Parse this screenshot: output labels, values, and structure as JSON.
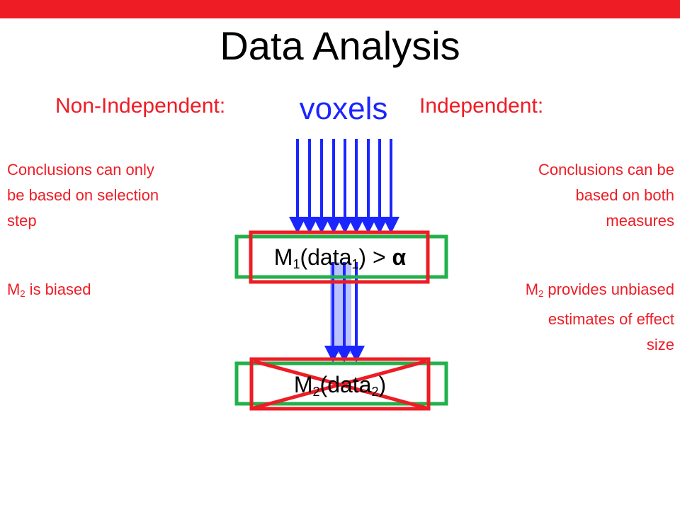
{
  "title": "Data Analysis",
  "left_heading": "Non-Independent:",
  "right_heading": "Independent:",
  "voxels_label": "voxels",
  "left_notes": {
    "conclusions_line1": "Conclusions can only",
    "conclusions_line2": "be based on selection",
    "conclusions_line3": "step",
    "m": "M",
    "sub": "2",
    "biased": " is biased"
  },
  "right_notes": {
    "conclusions_line1": "Conclusions can be",
    "conclusions_line2": "based on both",
    "conclusions_line3": "measures",
    "m": "M",
    "sub": "2",
    "unbiased_line1": " provides unbiased",
    "unbiased_line2": "estimates of effect",
    "unbiased_line3": "size"
  },
  "box1": {
    "m": "M",
    "sub": "1",
    "mid": "(data",
    "sub2": "1",
    "end": ") > ",
    "alpha": "α"
  },
  "box2": {
    "m": "M",
    "sub": "2",
    "mid": "(data",
    "sub2": "2",
    "end": ")"
  },
  "colors": {
    "accent_red": "#ee1c25",
    "arrow_blue": "#1b26ff",
    "box_green": "#22b14c",
    "highlight_blue": "#aab4ff"
  }
}
